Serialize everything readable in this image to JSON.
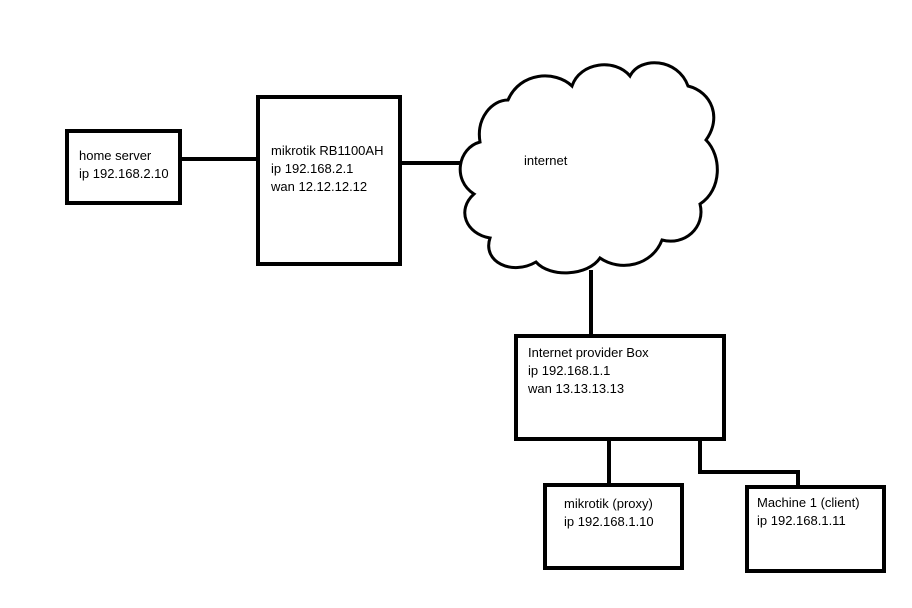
{
  "nodes": {
    "home_server": {
      "line1": "home server",
      "line2": "ip 192.168.2.10"
    },
    "mikrotik_router": {
      "line1": "mikrotik RB1100AH",
      "line2": "ip 192.168.2.1",
      "line3": "wan 12.12.12.12"
    },
    "internet": {
      "label": "internet"
    },
    "provider_box": {
      "line1": "Internet provider Box",
      "line2": "ip 192.168.1.1",
      "line3": "wan 13.13.13.13"
    },
    "mikrotik_proxy": {
      "line1": "mikrotik (proxy)",
      "line2": "ip 192.168.1.10"
    },
    "machine_client": {
      "line1": "Machine 1 (client)",
      "line2": "ip 192.168.1.11"
    }
  }
}
